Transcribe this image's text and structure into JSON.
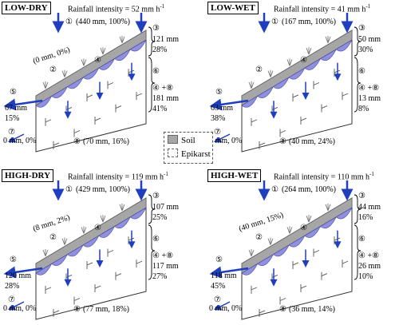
{
  "legend": {
    "soil": "Soil",
    "epikarst": "Epikarst"
  },
  "panels": [
    {
      "id": "low-dry",
      "label": "LOW-DRY",
      "rain": "Rainfall intensity = 52 mm h",
      "c1": "(440 mm, 100%)",
      "c2": "(0 mm, 0%)",
      "c3_mm": "121 mm",
      "c3_pct": "28%",
      "c48_mm": "181 mm",
      "c48_pct": "41%",
      "c5_mm": "67 mm",
      "c5_pct": "15%",
      "c7": "0 mm, 0%",
      "c8": "(70 mm, 16%)"
    },
    {
      "id": "low-wet",
      "label": "LOW-WET",
      "rain": "Rainfall intensity = 41 mm h",
      "c1": "(167 mm, 100%)",
      "c2": "",
      "c3_mm": "50 mm",
      "c3_pct": "30%",
      "c48_mm": "13 mm",
      "c48_pct": "8%",
      "c5_mm": "63 mm",
      "c5_pct": "38%",
      "c7": "0 mm, 0%",
      "c8": "(40 mm, 24%)"
    },
    {
      "id": "high-dry",
      "label": "HIGH-DRY",
      "rain": "Rainfall intensity = 119 mm h",
      "c1": "(429 mm, 100%)",
      "c2": "(8 mm, 2%)",
      "c3_mm": "107 mm",
      "c3_pct": "25%",
      "c48_mm": "117 mm",
      "c48_pct": "27%",
      "c5_mm": "120 mm",
      "c5_pct": "28%",
      "c7": "0 mm, 0%",
      "c8": "(77 mm, 18%)"
    },
    {
      "id": "high-wet",
      "label": "HIGH-WET",
      "rain": "Rainfall intensity = 110 mm h",
      "c1": "(264 mm, 100%)",
      "c2": "(40 mm, 15%)",
      "c3_mm": "44 mm",
      "c3_pct": "16%",
      "c48_mm": "26 mm",
      "c48_pct": "10%",
      "c5_mm": "118 mm",
      "c5_pct": "45%",
      "c7": "0 mm, 0%",
      "c8": "(36 mm, 14%)"
    }
  ],
  "markers": {
    "m1": "①",
    "m2": "②",
    "m3": "③",
    "m4": "④",
    "m5": "⑤",
    "m6": "⑥",
    "m7": "⑦",
    "m8": "⑧",
    "m48": "④ +⑧",
    "unit_sup": "-1"
  },
  "colors": {
    "arrow": "#1f3fbf",
    "water": "#6b6bd6",
    "soil": "#a6a6a6",
    "rock": "#555555"
  }
}
